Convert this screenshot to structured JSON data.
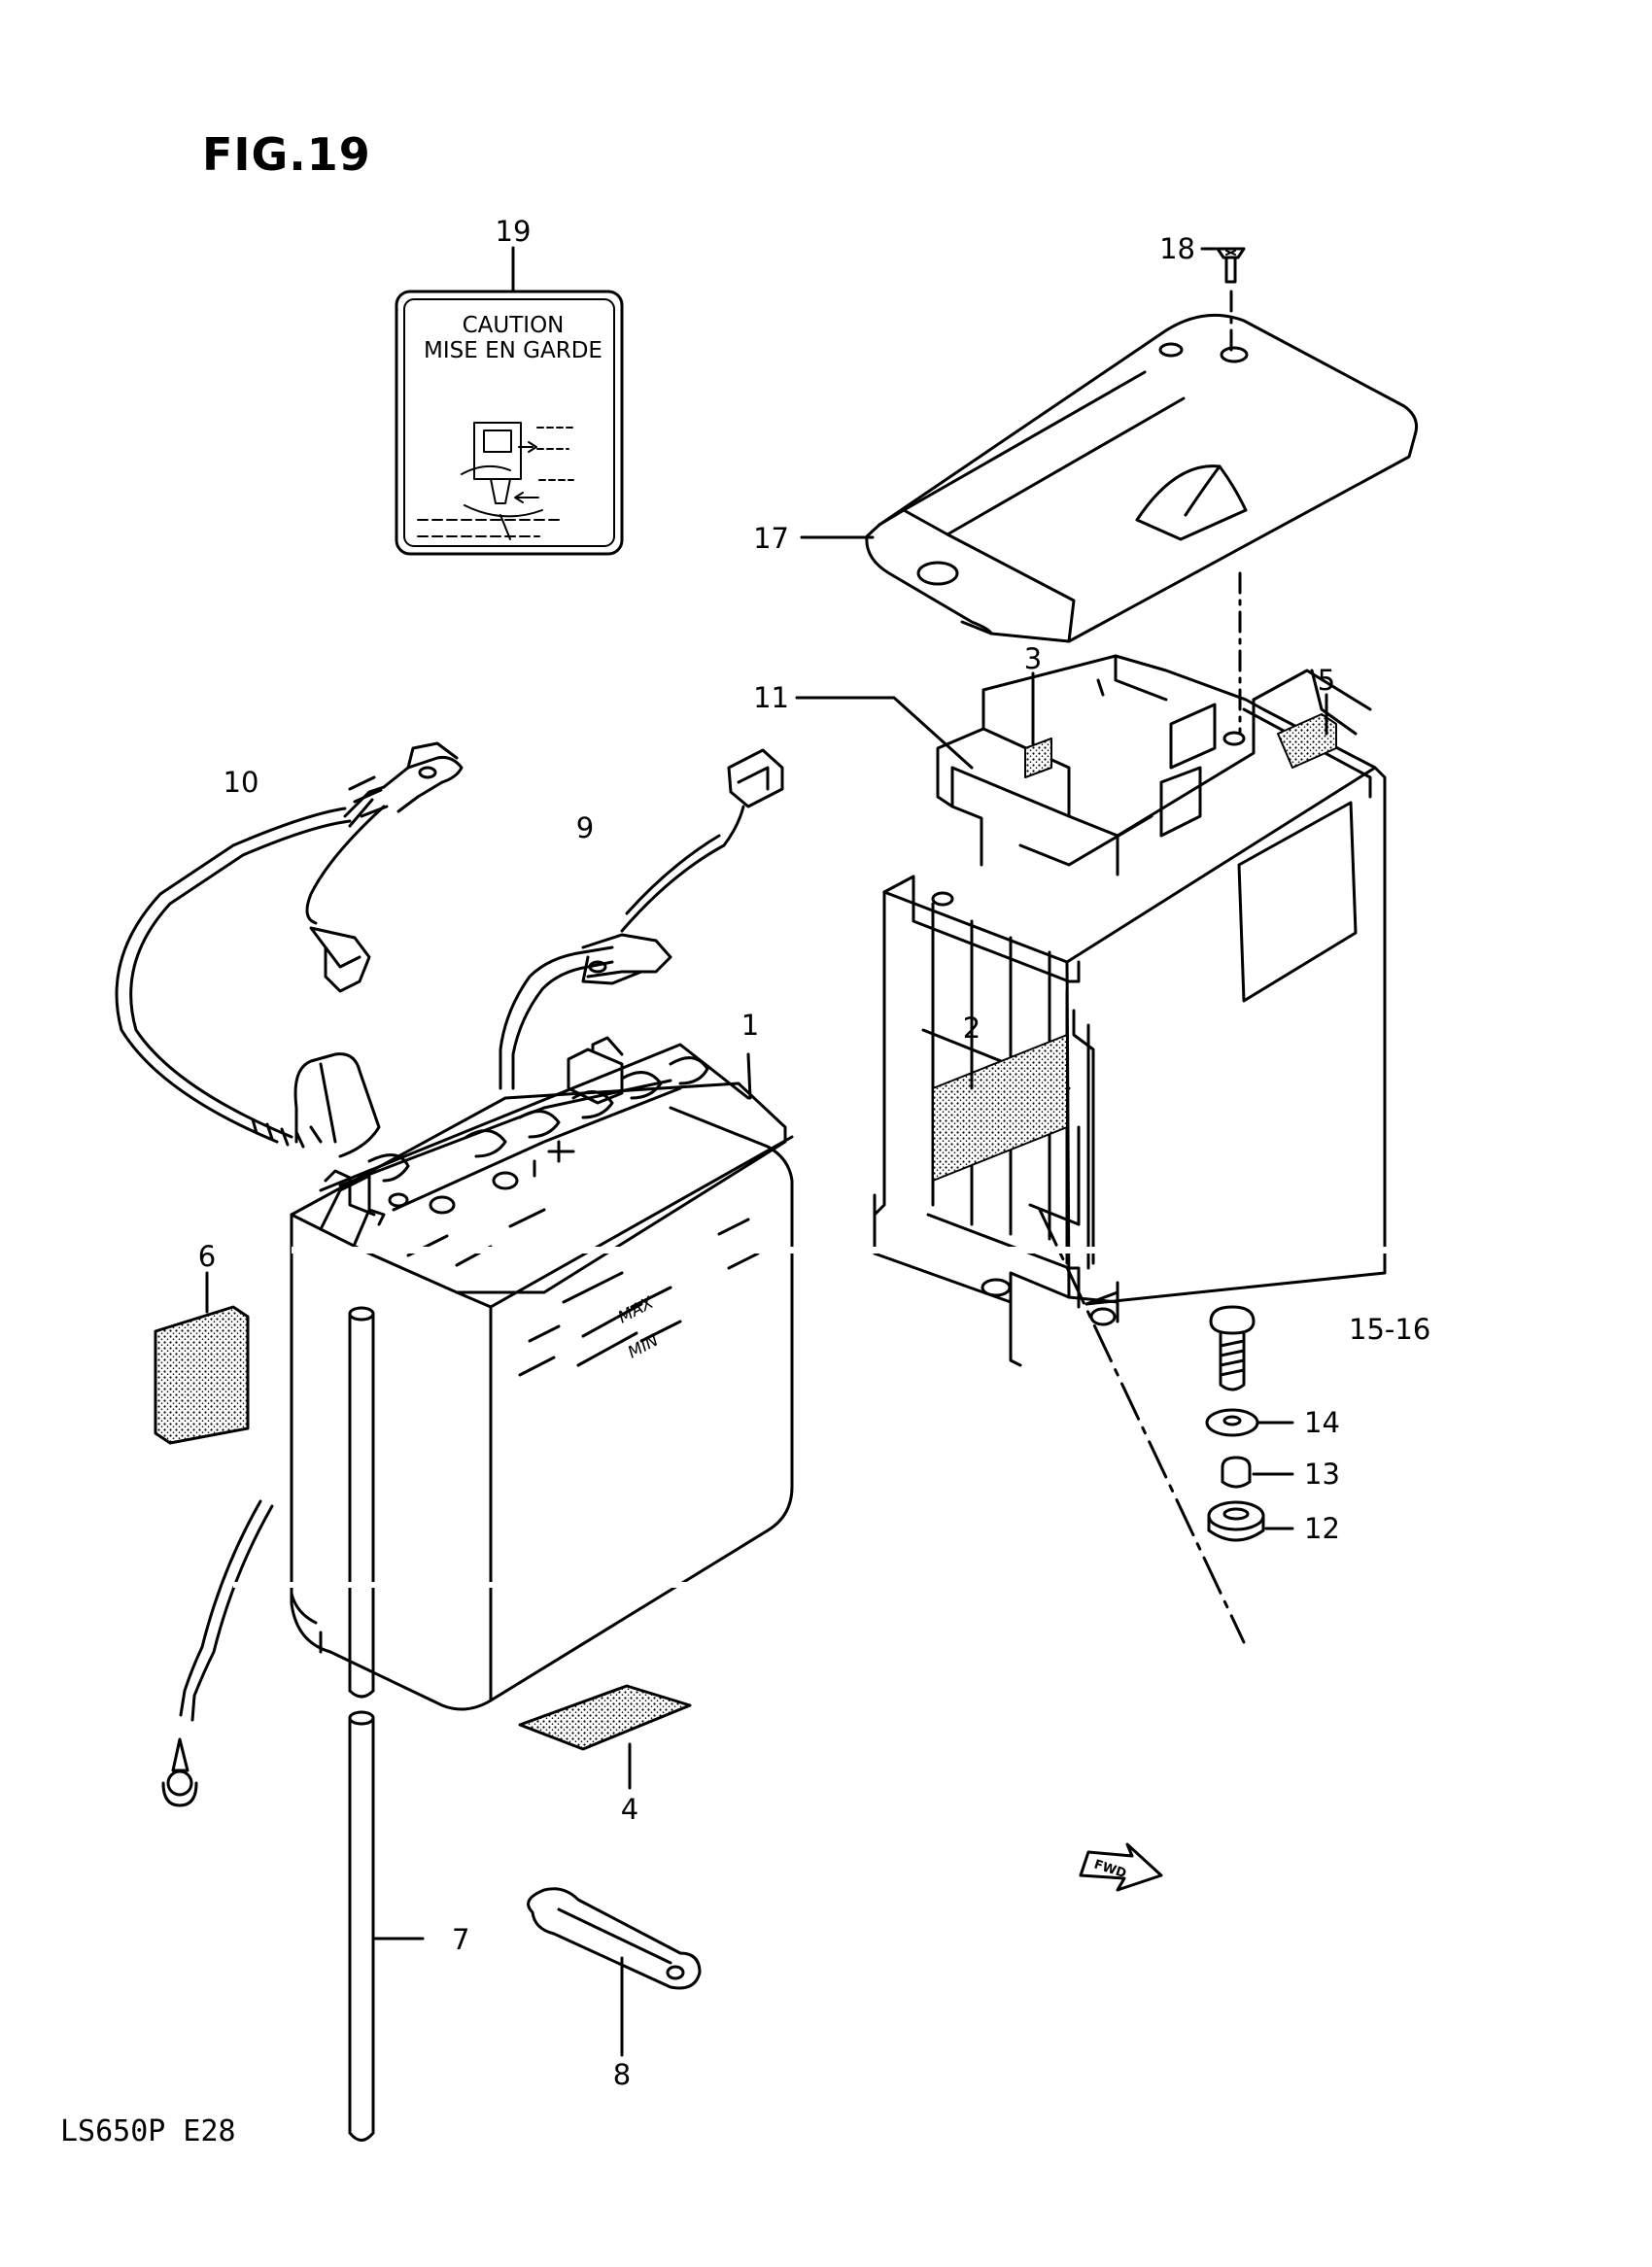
{
  "figure": {
    "title": "FIG.19",
    "model_code": "LS650P  E28"
  },
  "label": {
    "line1": "CAUTION",
    "line2": "MISE EN GARDE"
  },
  "battery": {
    "max_mark": "MAX",
    "min_mark": "MIN"
  },
  "fwd_arrow": {
    "text": "FWD"
  },
  "callouts": {
    "c1": "1",
    "c2": "2",
    "c3": "3",
    "c4": "4",
    "c5": "5",
    "c6": "6",
    "c7": "7",
    "c8": "8",
    "c9": "9",
    "c10": "10",
    "c11": "11",
    "c12": "12",
    "c13": "13",
    "c14": "14",
    "c15": "15-16",
    "c17": "17",
    "c18": "18",
    "c19": "19"
  },
  "colors": {
    "line": "#000000",
    "paper": "#ffffff"
  }
}
